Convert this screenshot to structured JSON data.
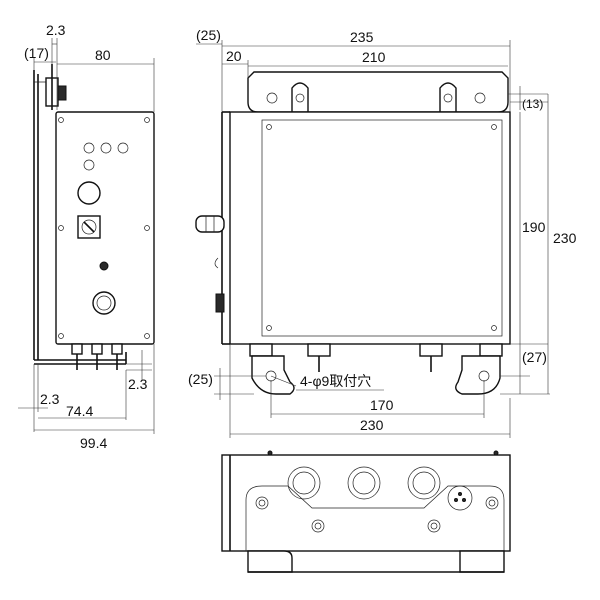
{
  "diagram": {
    "labels": {
      "side_top_thickness": "2.3",
      "side_offset": "(17)",
      "side_depth": "80",
      "side_bottom_thickness": "2.3",
      "side_left_thickness": "2.3",
      "side_base_depth": "74.4",
      "side_total_depth": "99.4",
      "front_offset_left": "(25)",
      "front_total_width": "235",
      "front_inset": "20",
      "front_mount_width": "210",
      "front_top_tab": "(13)",
      "front_body_height": "190",
      "front_total_height": "230",
      "front_bottom_tab": "(27)",
      "front_bottom_offset": "(25)",
      "mounting_holes_note": "4-φ9取付穴",
      "front_bottom_mount_width": "170",
      "front_base_width": "230"
    }
  }
}
